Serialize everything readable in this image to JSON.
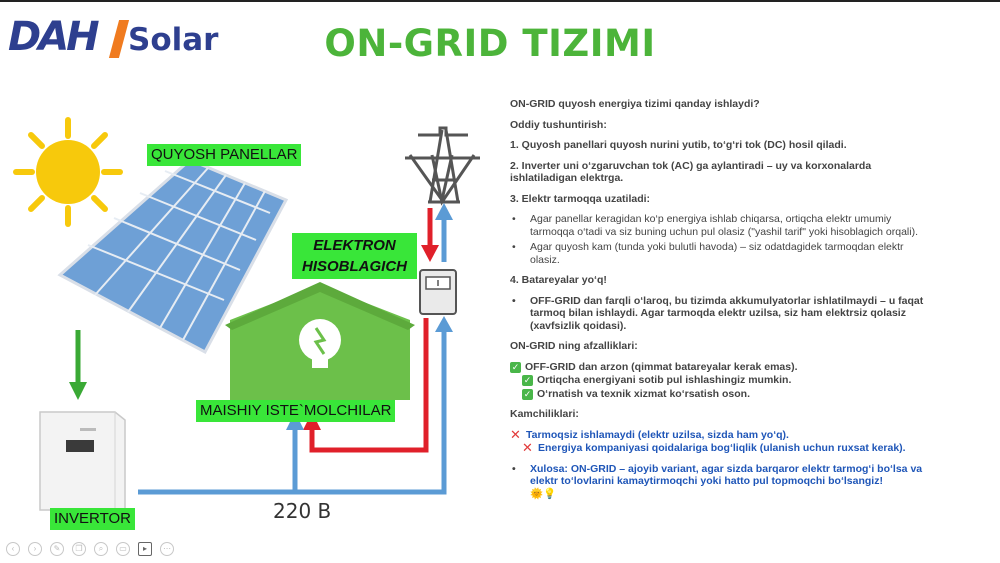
{
  "brand": {
    "mark": "DAH",
    "name": "Solar",
    "colors": {
      "blue": "#2e3f8f",
      "orange": "#f07b1f"
    }
  },
  "title": "ON-GRID TIZIMI",
  "diagram": {
    "labels": {
      "panels": "QUYOSH PANELLAR",
      "meter_line1": "ELEKTRON",
      "meter_line2": "HISOBLAGICH",
      "consumers": "MAISHIY ISTE`MOLCHILAR",
      "inverter": "INVERTOR",
      "voltage": "220 B"
    },
    "colors": {
      "label_bg": "#39e639",
      "house": "#6cc04a",
      "arrow_green": "#3aa935",
      "arrow_blue": "#5b9bd5",
      "arrow_red": "#e0202a",
      "sun": "#f7c90c"
    }
  },
  "text": {
    "question": "ON-GRID quyosh energiya tizimi qanday ishlaydi?",
    "simple": "Oddiy tushuntirish:",
    "p1": "1. Quyosh panellari quyosh nurini yutib, to‘g‘ri tok (DC) hosil qiladi.",
    "p2": "2. Inverter uni o‘zgaruvchan tok (AC) ga aylantiradi – uy va korxonalarda ishlatiladigan elektrga.",
    "p3": "3. Elektr tarmoqqa uzatiladi:",
    "b1": "Agar panellar keragidan ko‘p energiya ishlab chiqarsa, ortiqcha elektr umumiy tarmoqqa o‘tadi va siz buning uchun pul olasiz (\"yashil tarif\" yoki hisoblagich orqali).",
    "b2": "Agar quyosh kam (tunda yoki bulutli havoda) – siz odatdagidek tarmoqdan elektr olasiz.",
    "p4": "4. Batareyalar yo‘q!",
    "b3": "OFF-GRID dan farqli o‘laroq, bu tizimda akkumulyatorlar ishlatilmaydi – u faqat tarmoq bilan ishlaydi. Agar tarmoqda elektr uzilsa, siz ham elektrsiz qolasiz (xavfsizlik qoidasi).",
    "adv_title": "ON-GRID ning afzalliklari:",
    "adv": [
      "OFF-GRID dan arzon (qimmat batareyalar kerak emas).",
      "Ortiqcha energiyani sotib pul ishlashingiz mumkin.",
      "O‘rnatish va texnik xizmat ko‘rsatish oson."
    ],
    "dis_title": "Kamchiliklari:",
    "dis": [
      "Tarmoqsiz ishlamaydi (elektr uzilsa, sizda ham yo‘q).",
      "Energiya kompaniyasi qoidalariga bog‘liqlik (ulanish uchun ruxsat kerak)."
    ],
    "conclusion": "Xulosa: ON-GRID – ajoyib variant, agar sizda barqaror elektr tarmog‘i bo‘lsa va elektr to‘lovlarini kamaytirmoqchi yoki hatto pul topmoqchi bo‘lsangiz!",
    "emoji": "🌞💡"
  },
  "toolbar": [
    "prev-icon",
    "next-icon",
    "pen-icon",
    "copy-icon",
    "zoom-icon",
    "screen-icon",
    "camera-icon",
    "more-icon"
  ]
}
